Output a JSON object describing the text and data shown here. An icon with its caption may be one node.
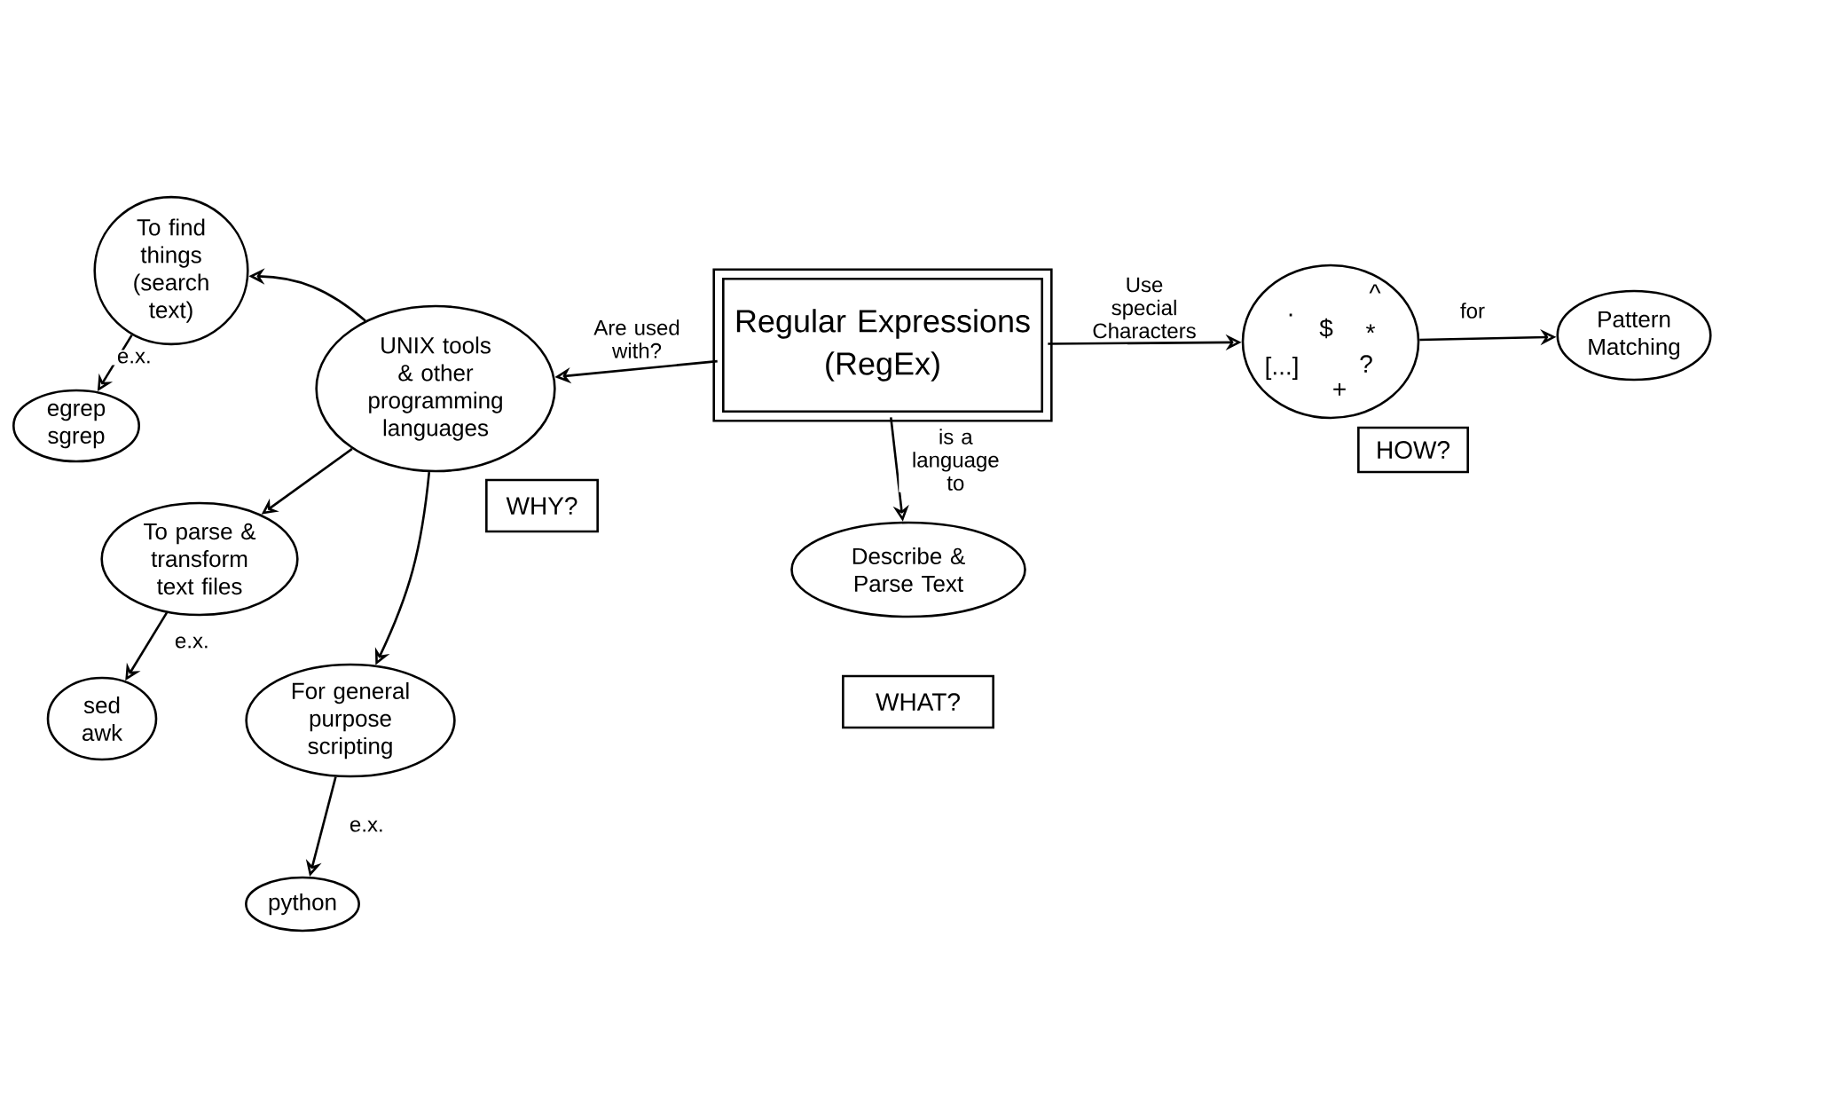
{
  "diagram": {
    "nodes": [
      {
        "text": [
          "Regular Expressions",
          "(RegEx)"
        ]
      },
      {
        "text": [
          "UNIX tools & other programming languages"
        ]
      },
      {
        "text": [
          "To find things (search text)"
        ]
      },
      {
        "text": [
          "egrep sgrep"
        ]
      },
      {
        "text": [
          "To parse & transform text files"
        ]
      },
      {
        "text": [
          "sed awk"
        ]
      },
      {
        "text": [
          "For general purpose scripting"
        ]
      },
      {
        "text": [
          "python"
        ]
      },
      {
        "text": [
          "Describe & Parse Text"
        ]
      },
      {
        "text": [
          "^",
          ".",
          "$",
          "*",
          "[...]",
          "?",
          "+"
        ]
      },
      {
        "text": [
          "Pattern Matching"
        ]
      },
      {
        "text": [
          "WHY?"
        ]
      },
      {
        "text": [
          "WHAT?"
        ]
      },
      {
        "text": [
          "HOW?"
        ]
      }
    ],
    "edges": [
      {
        "from": 0,
        "to": 1,
        "arrow": "to",
        "label": "Are used with?"
      },
      {
        "from": 1,
        "to": 2,
        "arrow": "to"
      },
      {
        "from": 2,
        "to": 3,
        "arrow": "to",
        "label": "e.x."
      },
      {
        "from": 1,
        "to": 4,
        "arrow": "to"
      },
      {
        "from": 4,
        "to": 5,
        "arrow": "to",
        "label": "e.x."
      },
      {
        "from": 1,
        "to": 6,
        "arrow": "to"
      },
      {
        "from": 6,
        "to": 7,
        "arrow": "to",
        "label": "e.x."
      },
      {
        "from": 0,
        "to": 8,
        "arrow": "to",
        "label": "is a language to"
      },
      {
        "from": 0,
        "to": 9,
        "arrow": "to",
        "label": "Use special Characters"
      },
      {
        "from": 9,
        "to": 10,
        "arrow": "to",
        "label": "for"
      }
    ]
  }
}
